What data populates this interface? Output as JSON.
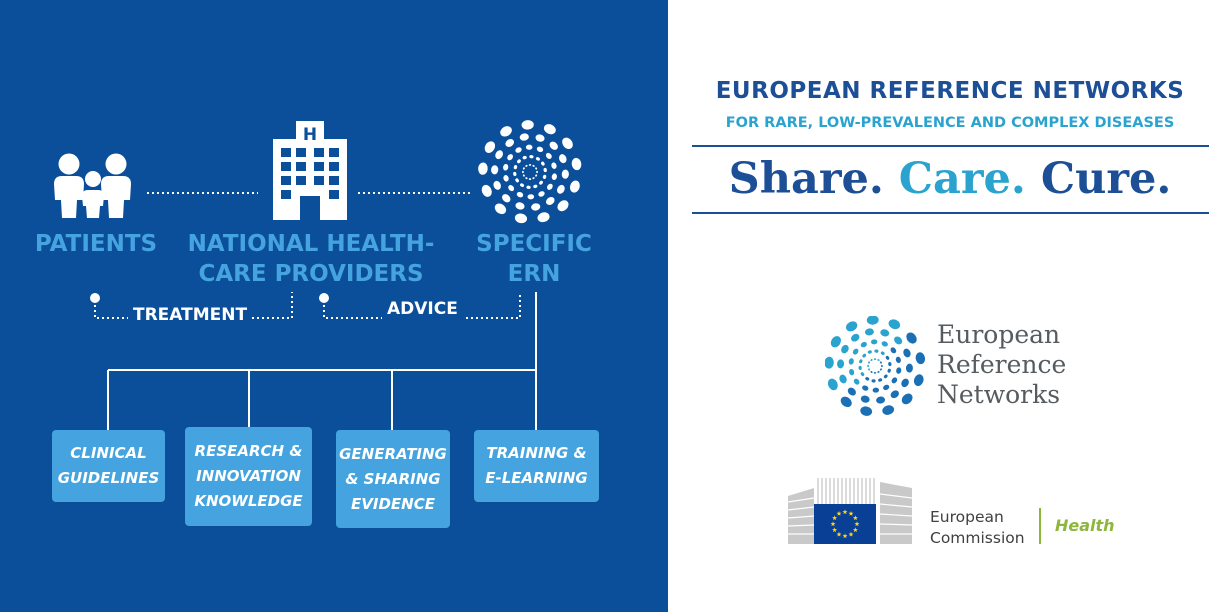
{
  "diagram": {
    "nodes": {
      "patients": "PATIENTS",
      "providers": "NATIONAL HEALTH-\nCARE PROVIDERS",
      "ern": "SPECIFIC\nERN"
    },
    "relations": {
      "treatment": "TREATMENT",
      "advice": "ADVICE"
    },
    "activities": [
      "CLINICAL\nGUIDELINES",
      "RESEARCH &\nINNOVATION\nKNOWLEDGE",
      "GENERATING\n& SHARING\nEVIDENCE",
      "TRAINING &\nE-LEARNING"
    ],
    "hospital_letter": "H"
  },
  "header": {
    "title": "EUROPEAN REFERENCE NETWORKS",
    "subtitle": "FOR RARE, LOW-PREVALENCE AND COMPLEX DISEASES",
    "slogan": {
      "share": "Share.",
      "care": "Care.",
      "cure": "Cure."
    }
  },
  "logo": {
    "text": "European\nReference\nNetworks"
  },
  "commission": {
    "name": "European\nCommission",
    "department": "Health"
  },
  "colors": {
    "panel_blue": "#0b4f9a",
    "light_blue": "#45a4df",
    "navy": "#1c4f96",
    "teal": "#2aa3cf",
    "health_green": "#8cb63c"
  }
}
